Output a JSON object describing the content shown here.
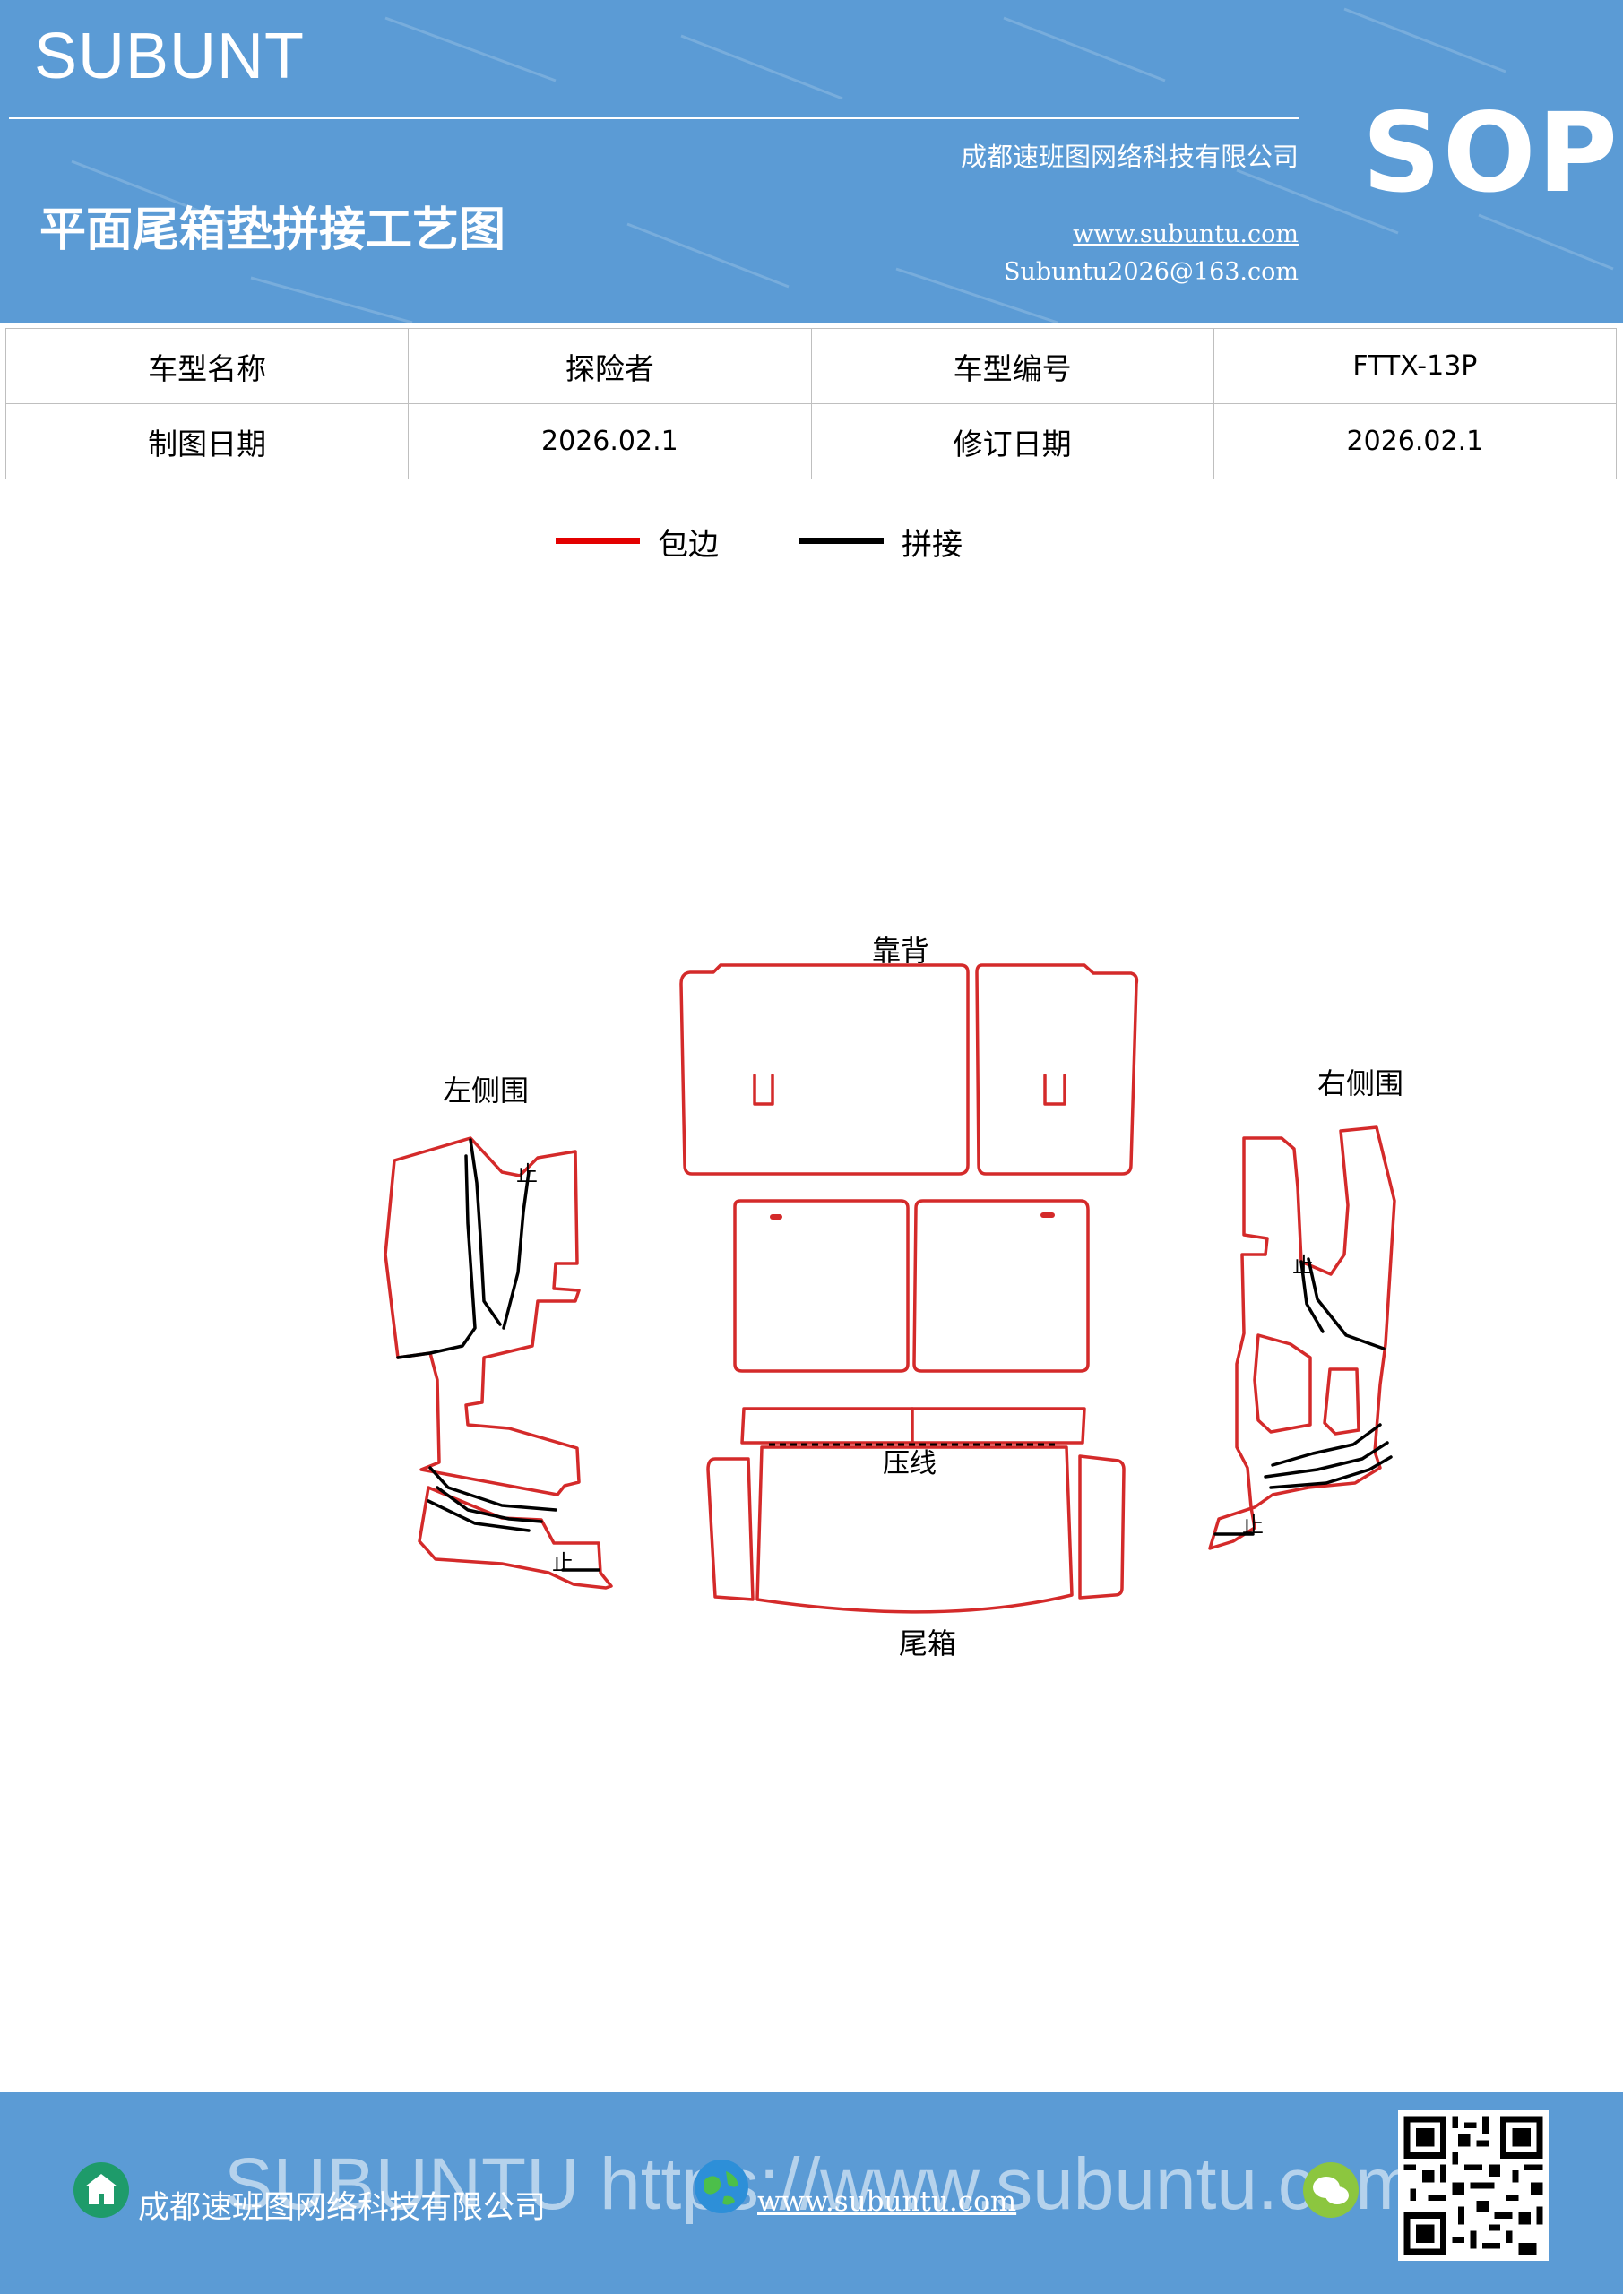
{
  "header": {
    "brand": "SUBUNT",
    "company": "成都速班图网络科技有限公司",
    "website": "www.subuntu.com",
    "email": "Subuntu2026@163.com",
    "title": "平面尾箱垫拼接工艺图",
    "code": "SOP"
  },
  "info": {
    "r1": {
      "l1": "车型名称",
      "v1": "探险者",
      "l2": "车型编号",
      "v2": "FTTX-13P"
    },
    "r2": {
      "l1": "制图日期",
      "v1": "2026.02.1",
      "l2": "修订日期",
      "v2": "2026.02.1"
    }
  },
  "legend": {
    "items": [
      {
        "label": "包边",
        "color": "#e30000"
      },
      {
        "label": "拼接",
        "color": "#000000"
      }
    ]
  },
  "diagram": {
    "labels": {
      "backrest": "靠背",
      "left_side": "左侧围",
      "right_side": "右侧围",
      "press_line": "压线",
      "trunk": "尾箱",
      "stop": "止"
    },
    "colors": {
      "edge": "#d42a2a",
      "seam": "#000000"
    }
  },
  "footer": {
    "company": "成都速班图网络科技有限公司",
    "website": "www.subuntu.com",
    "watermark": "SUBUNTU https://www.subuntu.com"
  },
  "colors": {
    "brand_blue": "#5b9bd5",
    "table_border": "#bfbfbf"
  },
  "icons": [
    "company-icon",
    "globe-icon",
    "wechat-icon",
    "qr-code-icon"
  ]
}
